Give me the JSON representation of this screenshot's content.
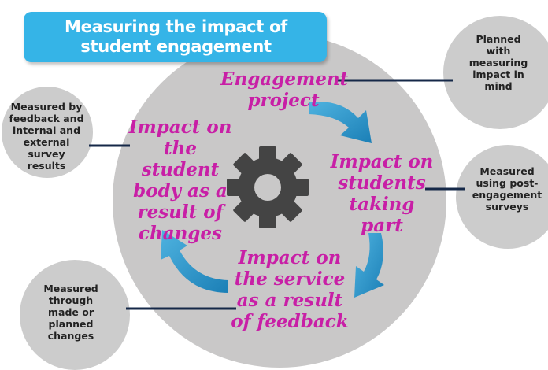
{
  "title": "Measuring the impact of student engagement",
  "steps": {
    "engagement_project": "Engagement project",
    "impact_students_taking_part": "Impact on students taking part",
    "impact_service": "Impact on the service as a result of feedback",
    "impact_student_body": "Impact on the student body as a result of changes"
  },
  "measures": {
    "planned": "Planned with measuring impact in mind",
    "post_engagement_surveys": "Measured using post-engagement surveys",
    "made_or_planned_changes": "Measured through made or planned changes",
    "feedback_and_surveys": "Measured by feedback and internal and external survey results"
  },
  "colors": {
    "title_banner": "#35b4e7",
    "main_circle": "#c9c8c8",
    "side_circle": "#cccccc",
    "step_text": "#c81fa6",
    "arrow": "#1f8dc2",
    "connector": "#152848",
    "gear": "#444444"
  },
  "icons": {
    "center": "gear-icon",
    "flow": "curved-arrow-icon"
  }
}
